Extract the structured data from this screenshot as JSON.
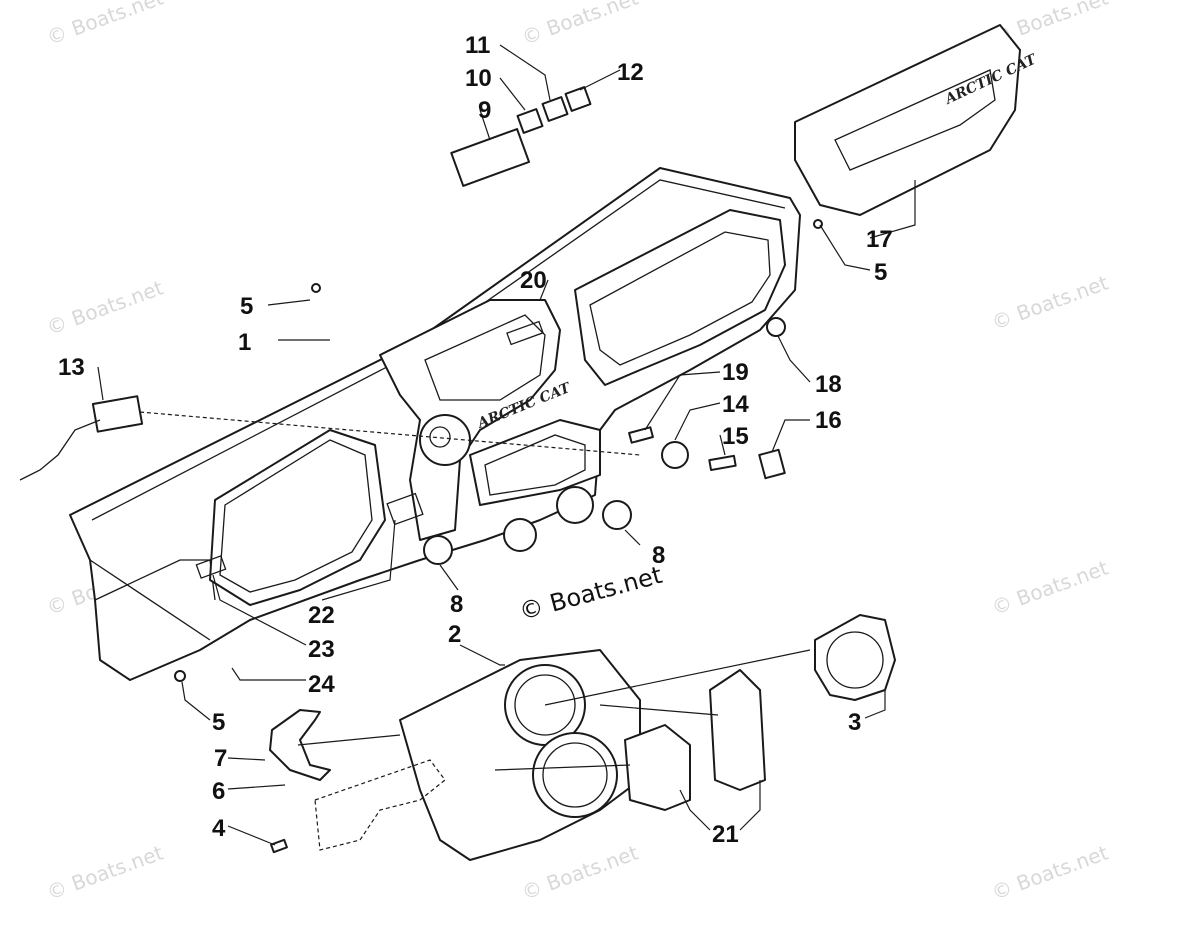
{
  "watermark": "© Boats.net",
  "credit": "© Boats.net",
  "brand_logo": "ARCTIC CAT",
  "callouts": [
    "1",
    "2",
    "3",
    "4",
    "5",
    "6",
    "7",
    "8",
    "9",
    "10",
    "11",
    "12",
    "13",
    "14",
    "15",
    "16",
    "17",
    "18",
    "19",
    "20",
    "21",
    "22",
    "23",
    "24"
  ],
  "part_numbers": {
    "dash_panel": "1",
    "instrument_pod": "2",
    "speedometer": "3",
    "screw_4": "4",
    "screw_5": "5",
    "bracket_6": "6",
    "nut_7": "7",
    "plug_8": "8",
    "switch_9": "9",
    "switch_10": "10",
    "switch_11": "11",
    "switch_12": "12",
    "ignition_harness": "13",
    "bezel_14": "14",
    "key_15": "15",
    "key_cap_16": "16",
    "glovebox_lid": "17",
    "bumper_18": "18",
    "pin_19": "19",
    "decal_20": "20",
    "decals_21": "21",
    "grommet_22": "22",
    "decal_23": "23",
    "screw_24": "24"
  }
}
